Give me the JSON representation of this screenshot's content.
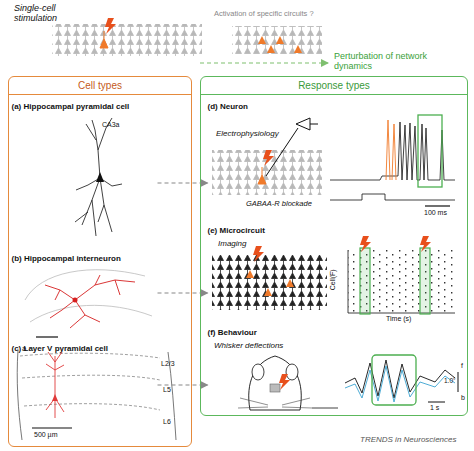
{
  "diagram": {
    "nodes": [
      {
        "text": [
          "Cell types"
        ]
      },
      {
        "text": [
          "(a) Hippocampal pyramidal cell"
        ],
        "in": 0
      },
      {
        "text": [
          "(b) Hippocampal interneuron"
        ],
        "in": 0
      },
      {
        "text": [
          "(c) Layer V pyramidal cell"
        ],
        "in": 0
      },
      {
        "text": [
          "Response types"
        ]
      },
      {
        "text": [
          "(d) Neuron"
        ],
        "in": 4
      },
      {
        "text": [
          "(e) Microcircuit"
        ],
        "in": 4
      },
      {
        "text": [
          "(f) Behaviour"
        ],
        "in": 4
      }
    ],
    "edges": [
      {
        "from": 1,
        "to": 5,
        "arrow": "to"
      },
      {
        "from": 2,
        "to": 6,
        "arrow": "to"
      },
      {
        "from": 3,
        "to": 7,
        "arrow": "to"
      }
    ],
    "labels": [
      "Single-cell stimulation",
      "Activation of specific circuits ?",
      "Perturbation of network dynamics",
      "CA3a",
      "a",
      "L2/3",
      "L5",
      "L6",
      "500 µm",
      "Electrophysiology",
      "GABAA-R blockade",
      "100 ms",
      "Imaging",
      "Cell(F)",
      "Time (s)",
      "Whisker deflections",
      "1 s",
      "1.0°",
      "f",
      "b",
      "TRENDS in Neurosciences"
    ]
  }
}
